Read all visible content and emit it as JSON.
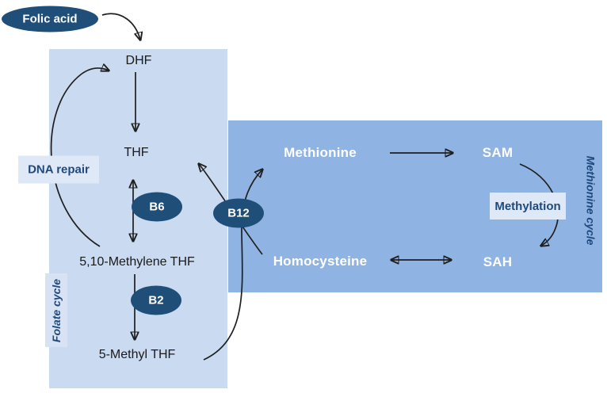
{
  "input_node": {
    "label": "Folic acid"
  },
  "folate_cycle": {
    "region_label": "Folate cycle",
    "nodes": {
      "dhf": "DHF",
      "thf": "THF",
      "methylene_thf": "5,10-Methylene THF",
      "methyl_thf": "5-Methyl THF"
    },
    "process_label": "DNA repair",
    "cofactors": {
      "b6": "B6",
      "b2": "B2"
    }
  },
  "methionine_cycle": {
    "region_label": "Methionine cycle",
    "nodes": {
      "methionine": "Methionine",
      "sam": "SAM",
      "sah": "SAH",
      "homocysteine": "Homocysteine"
    },
    "process_label": "Methylation"
  },
  "shared_cofactor": {
    "b12": "B12"
  },
  "colors": {
    "folate_region_bg": "#C9DAF1",
    "methionine_region_bg": "#8FB3E3",
    "cofactor_ellipse": "#1F4E79",
    "process_box_bg": "#DEE8F6",
    "dark_blue_text": "#1F497D",
    "node_text": "#1a1a1a",
    "white_text": "#ffffff",
    "arrow": "#1f1f1f"
  }
}
